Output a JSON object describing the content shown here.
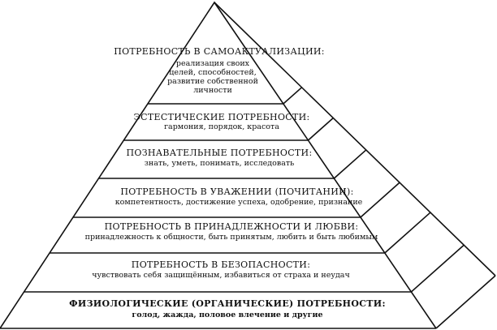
{
  "levels": [
    {
      "title": "ПОТРЕБНОСТЬ В САМОАКТУАЛИЗАЦИИ:",
      "desc_lines": [
        "реализация своих",
        "целей, способностей,",
        "развитие собственной",
        "личности"
      ]
    },
    {
      "title": "ЭСТЕСТИЧЕСКИЕ ПОТРЕБНОСТИ:",
      "desc": "гармония, порядок, красота"
    },
    {
      "title": "ПОЗНАВАТЕЛЬНЫЕ ПОТРЕБНОСТИ:",
      "desc": "знать, уметь, понимать, исследовать"
    },
    {
      "title": "ПОТРЕБНОСТЬ В УВАЖЕНИИ (ПОЧИТАНИИ):",
      "desc": "компетентность, достижение успеха, одобрение, признание"
    },
    {
      "title": "ПОТРЕБНОСТЬ В ПРИНАДЛЕЖНОСТИ И ЛЮБВИ:",
      "desc": "принадлежность к общности, быть принятым, любить и быть любимым"
    },
    {
      "title": "ПОТРЕБНОСТЬ В БЕЗОПАСНОСТИ:",
      "desc": "чувствовать себя защищённым, избавиться от страха и неудач"
    },
    {
      "title": "ФИЗИОЛОГИЧЕСКИЕ (ОРГАНИЧЕСКИЕ) ПОТРЕБНОСТИ:",
      "desc": "голод, жажда, половое влечение и другие"
    }
  ]
}
